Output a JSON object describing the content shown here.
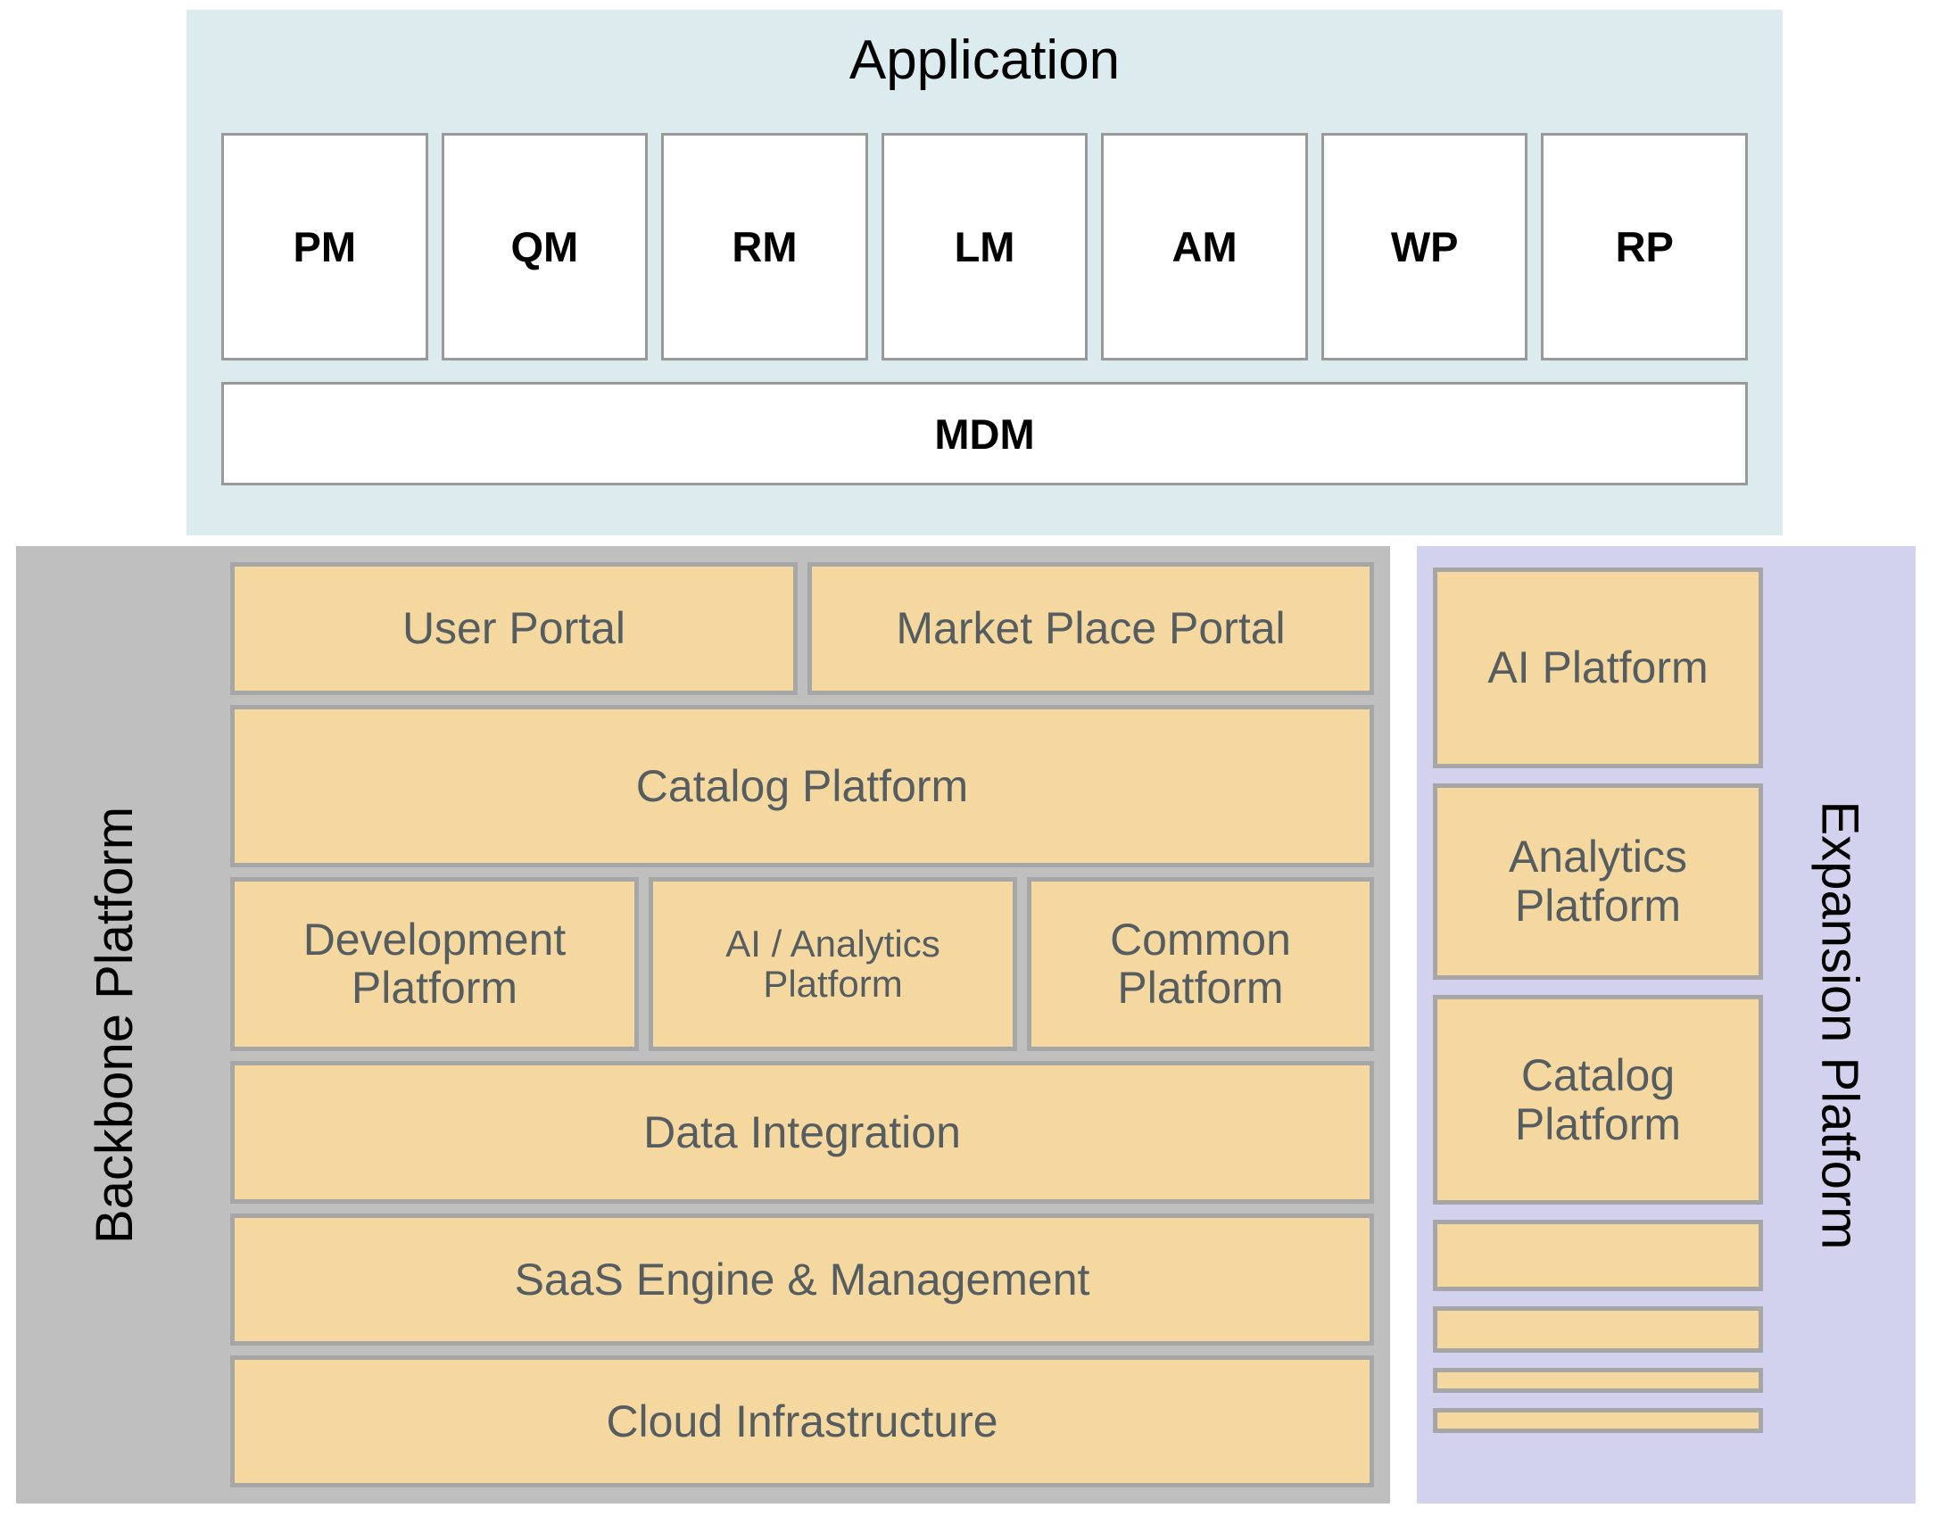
{
  "application": {
    "title": "Application",
    "modules": [
      {
        "label": "PM"
      },
      {
        "label": "QM"
      },
      {
        "label": "RM"
      },
      {
        "label": "LM"
      },
      {
        "label": "AM"
      },
      {
        "label": "WP"
      },
      {
        "label": "RP"
      }
    ],
    "mdm_label": "MDM"
  },
  "backbone": {
    "label": "Backbone Platform",
    "user_portal": "User Portal",
    "market_place_portal": "Market Place Portal",
    "catalog_platform": "Catalog Platform",
    "development_platform": "Development Platform",
    "ai_analytics_platform": "AI / Analytics Platform",
    "common_platform": "Common Platform",
    "data_integration": "Data Integration",
    "saas_engine": "SaaS Engine & Management",
    "cloud_infrastructure": "Cloud Infrastructure"
  },
  "expansion": {
    "label": "Expansion Platform",
    "ai_platform": "AI Platform",
    "analytics_platform": "Analytics Platform",
    "catalog_platform": "Catalog Platform",
    "blank_1": "",
    "blank_2": "",
    "blank_3": "",
    "blank_4": ""
  },
  "colors": {
    "application_bg": "#dcecee",
    "backbone_bg": "#bfbfbf",
    "expansion_bg": "#d2d2ee",
    "box_fill": "#f5d8a0",
    "box_border": "#a6a6a6",
    "module_fill": "#ffffff",
    "module_border": "#999999",
    "box_text": "#555d60",
    "title_text": "#000000"
  }
}
